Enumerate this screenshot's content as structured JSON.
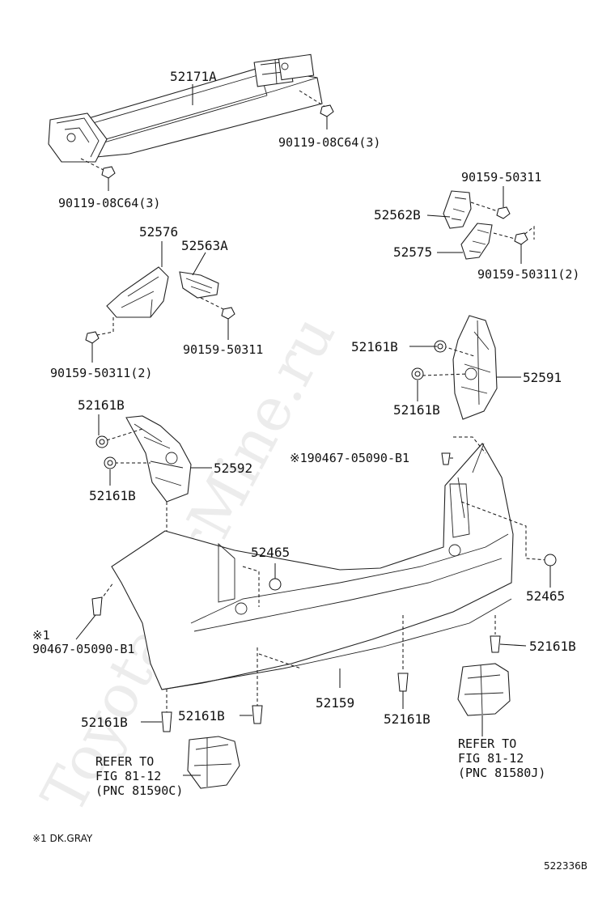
{
  "diagram": {
    "watermark": "ToyotaCarMine.ru",
    "footnote": "※1 DK.GRAY",
    "figure_id": "522336B",
    "callouts": [
      {
        "id": "c-52171a",
        "text": "52171A",
        "kind": "reinforcement"
      },
      {
        "id": "c-90119-right",
        "text": "90119-08C64(3)",
        "kind": "bolt"
      },
      {
        "id": "c-90119-left",
        "text": "90119-08C64(3)",
        "kind": "bolt"
      },
      {
        "id": "c-90159-top",
        "text": "90159-50311",
        "kind": "bolt"
      },
      {
        "id": "c-52562b",
        "text": "52562B",
        "kind": "bracket"
      },
      {
        "id": "c-52575",
        "text": "52575",
        "kind": "bracket"
      },
      {
        "id": "c-90159-right2",
        "text": "90159-50311(2)",
        "kind": "bolt"
      },
      {
        "id": "c-52576",
        "text": "52576",
        "kind": "bracket"
      },
      {
        "id": "c-52563a",
        "text": "52563A",
        "kind": "bracket"
      },
      {
        "id": "c-90159-mid",
        "text": "90159-50311",
        "kind": "bolt"
      },
      {
        "id": "c-90159-left2",
        "text": "90159-50311(2)",
        "kind": "bolt"
      },
      {
        "id": "c-52161b-r1",
        "text": "52161B",
        "kind": "clip"
      },
      {
        "id": "c-52591",
        "text": "52591",
        "kind": "mudguard"
      },
      {
        "id": "c-52161b-r2",
        "text": "52161B",
        "kind": "clip"
      },
      {
        "id": "c-52161b-l1",
        "text": "52161B",
        "kind": "clip"
      },
      {
        "id": "c-52592",
        "text": "52592",
        "kind": "mudguard"
      },
      {
        "id": "c-52161b-l2",
        "text": "52161B",
        "kind": "clip"
      },
      {
        "id": "c-90467-top",
        "text": "※190467-05090-B1",
        "kind": "clip"
      },
      {
        "id": "c-52465-mid",
        "text": "52465",
        "kind": "nut"
      },
      {
        "id": "c-52465-right",
        "text": "52465",
        "kind": "nut"
      },
      {
        "id": "c-90467-left-a",
        "text": "※1",
        "kind": "clip"
      },
      {
        "id": "c-90467-left-b",
        "text": "90467-05090-B1",
        "kind": "clip"
      },
      {
        "id": "c-52161b-br",
        "text": "52161B",
        "kind": "clip"
      },
      {
        "id": "c-52159",
        "text": "52159",
        "kind": "bumper-cover"
      },
      {
        "id": "c-52161b-b1",
        "text": "52161B",
        "kind": "clip"
      },
      {
        "id": "c-52161b-b2",
        "text": "52161B",
        "kind": "clip"
      },
      {
        "id": "c-52161b-b3",
        "text": "52161B",
        "kind": "clip"
      }
    ],
    "references": [
      {
        "id": "ref-left",
        "lines": [
          "REFER TO",
          "FIG 81-12",
          "(PNC 81590C)"
        ]
      },
      {
        "id": "ref-right",
        "lines": [
          "REFER TO",
          "FIG 81-12",
          "(PNC 81580J)"
        ]
      }
    ]
  }
}
